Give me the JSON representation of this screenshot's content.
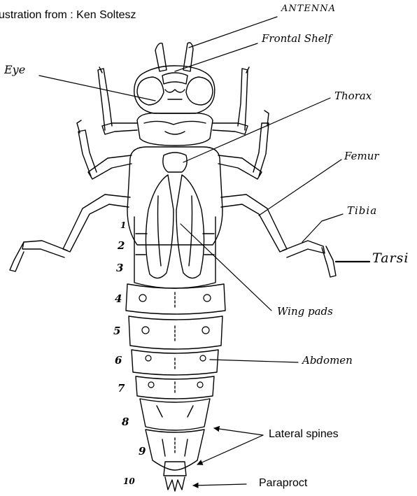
{
  "credit": "ustration from : Ken Soltesz",
  "labels": {
    "antenna": "ANTENNA",
    "frontal_shelf": "Frontal Shelf",
    "eye": "Eye",
    "thorax": "Thorax",
    "femur": "Femur",
    "tibia": "Tibia",
    "tarsi": "Tarsi",
    "wing_pads": "Wing pads",
    "abdomen": "Abdomen",
    "lateral_spines": "Lateral spines",
    "paraproct": "Paraproct"
  },
  "segments": [
    "1",
    "2",
    "3",
    "4",
    "5",
    "6",
    "7",
    "8",
    "9",
    "10"
  ],
  "colors": {
    "ink": "#000000",
    "background": "#ffffff"
  }
}
